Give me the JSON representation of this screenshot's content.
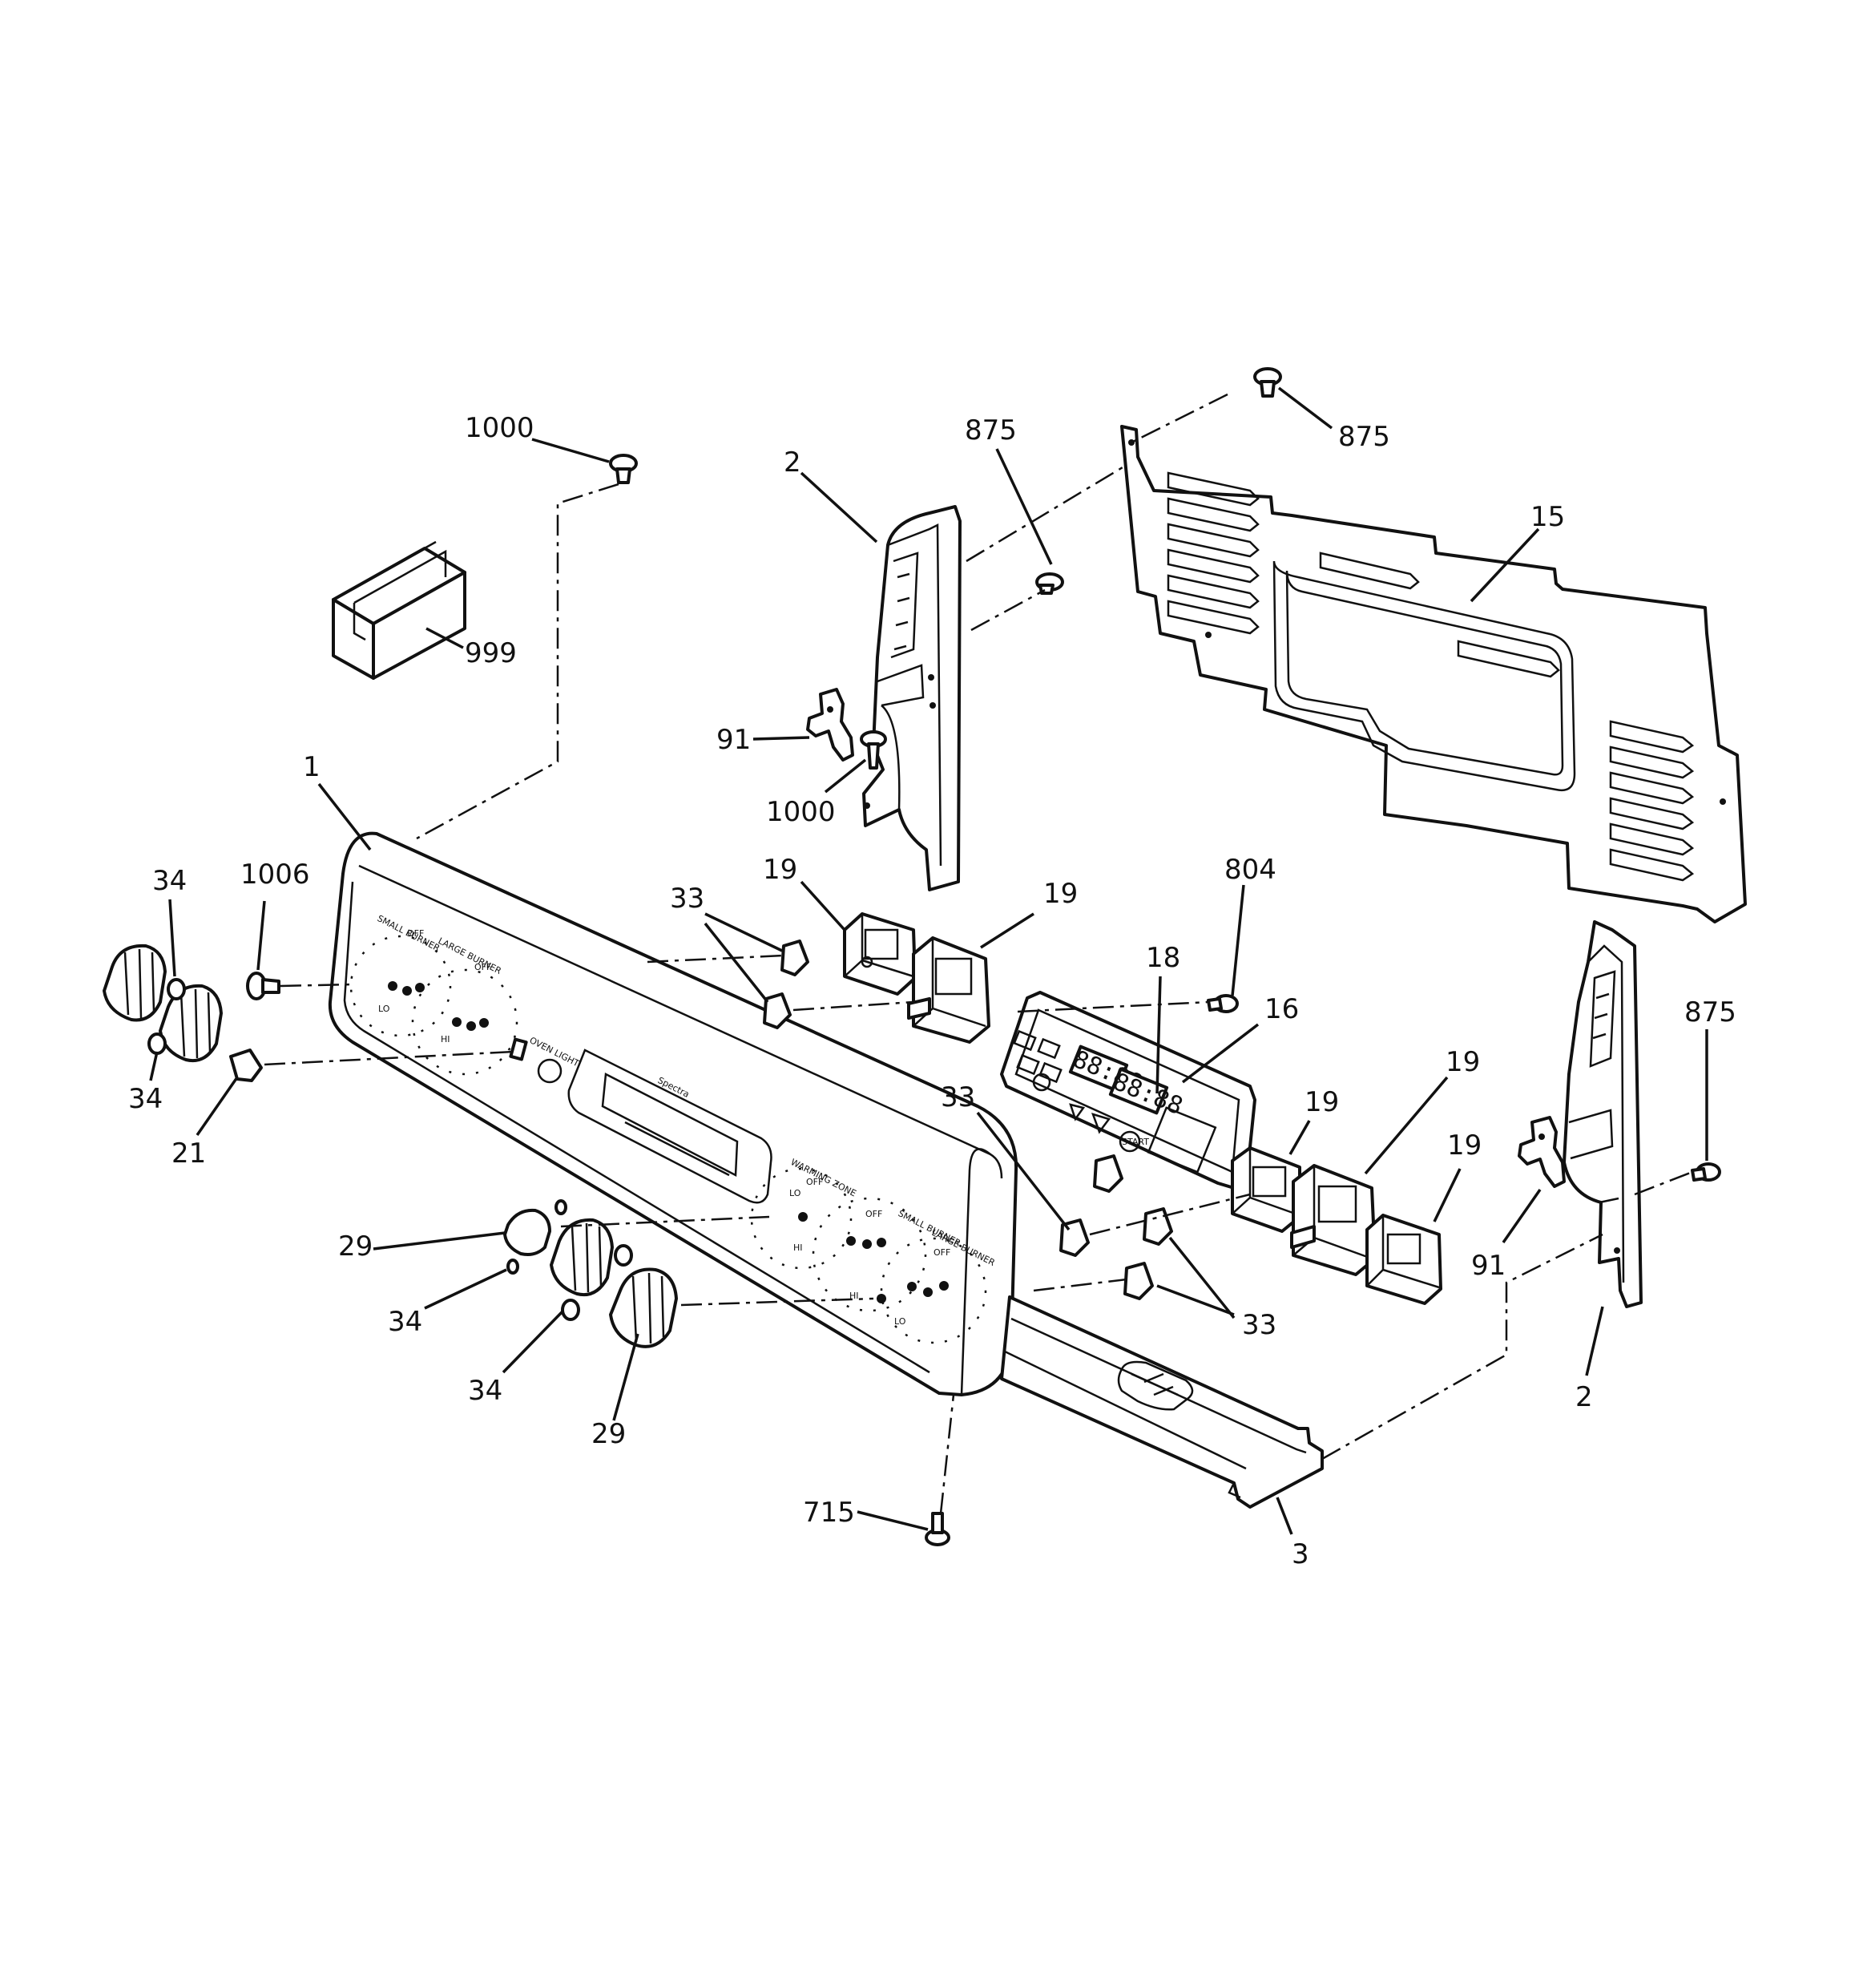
{
  "callouts": [
    {
      "id": "c1000a",
      "text": "1000"
    },
    {
      "id": "c999",
      "text": "999"
    },
    {
      "id": "c1",
      "text": "1"
    },
    {
      "id": "c2a",
      "text": "2"
    },
    {
      "id": "c875a",
      "text": "875"
    },
    {
      "id": "c875b",
      "text": "875"
    },
    {
      "id": "c15",
      "text": "15"
    },
    {
      "id": "c91a",
      "text": "91"
    },
    {
      "id": "c1000b",
      "text": "1000"
    },
    {
      "id": "c34a",
      "text": "34"
    },
    {
      "id": "c1006",
      "text": "1006"
    },
    {
      "id": "c34b",
      "text": "34"
    },
    {
      "id": "c21",
      "text": "21"
    },
    {
      "id": "c33a",
      "text": "33"
    },
    {
      "id": "c19a",
      "text": "19"
    },
    {
      "id": "c19b",
      "text": "19"
    },
    {
      "id": "c804",
      "text": "804"
    },
    {
      "id": "c18",
      "text": "18"
    },
    {
      "id": "c16",
      "text": "16"
    },
    {
      "id": "c875c",
      "text": "875"
    },
    {
      "id": "c33b",
      "text": "33"
    },
    {
      "id": "c19c",
      "text": "19"
    },
    {
      "id": "c19d",
      "text": "19"
    },
    {
      "id": "c19e",
      "text": "19"
    },
    {
      "id": "c29a",
      "text": "29"
    },
    {
      "id": "c34c",
      "text": "34"
    },
    {
      "id": "c34d",
      "text": "34"
    },
    {
      "id": "c29b",
      "text": "29"
    },
    {
      "id": "c91b",
      "text": "91"
    },
    {
      "id": "c2b",
      "text": "2"
    },
    {
      "id": "c33c",
      "text": "33"
    },
    {
      "id": "c715",
      "text": "715"
    },
    {
      "id": "c3",
      "text": "3"
    }
  ],
  "panel_labels": {
    "brand": "Spectra",
    "off": "OFF",
    "hi": "HI",
    "lo": "LO",
    "small_burner": "SMALL BURNER",
    "large_burner": "LARGE BURNER",
    "warming_zone": "WARMING ZONE",
    "start": "START",
    "display": "88:88",
    "oven_light": "OVEN LIGHT"
  }
}
